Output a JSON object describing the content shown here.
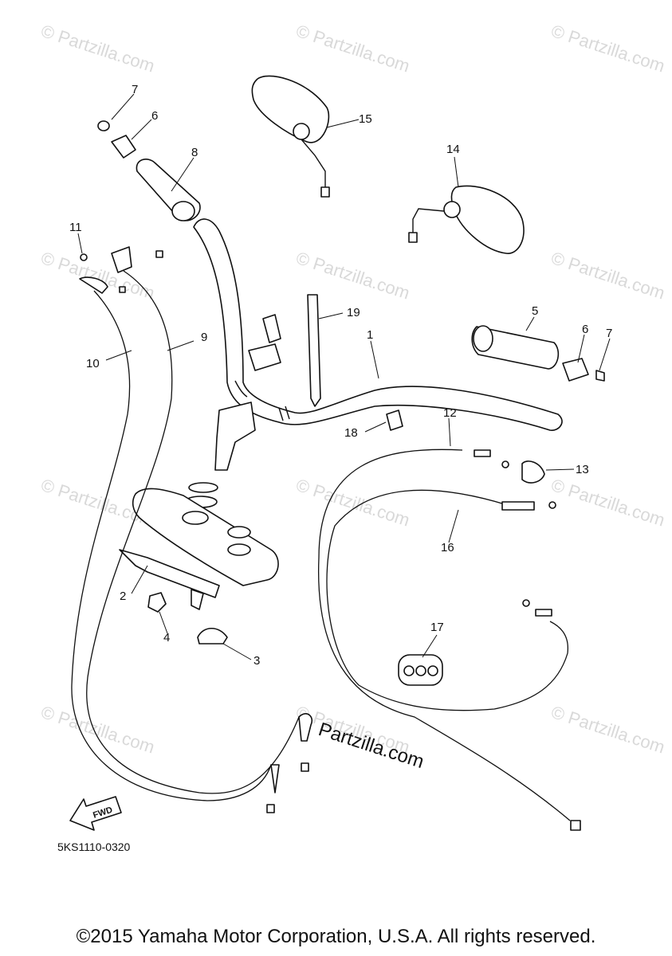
{
  "watermarks": [
    "© Partzilla.com",
    "© Partzilla.com",
    "© Partzilla.com",
    "© Partzilla.com",
    "© Partzilla.com",
    "© Partzilla.com",
    "© Partzilla.com",
    "© Partzilla.com",
    "© Partzilla.com",
    "© Partzilla.com",
    "© Partzilla.com",
    "© Partzilla.com"
  ],
  "brand_text": "Partzilla.com",
  "diagram_code": "5KS1110-0320",
  "fwd_label": "FWD",
  "callouts": [
    "1",
    "2",
    "3",
    "4",
    "5",
    "6",
    "6",
    "7",
    "7",
    "8",
    "9",
    "10",
    "11",
    "12",
    "13",
    "14",
    "15",
    "16",
    "17",
    "18",
    "19"
  ],
  "copyright": "©2015 Yamaha Motor Corporation, U.S.A. All rights reserved."
}
